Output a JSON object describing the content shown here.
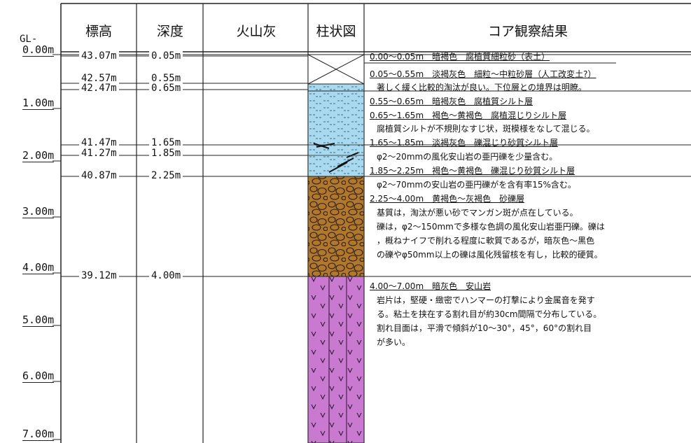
{
  "header": {
    "elevation": "標高",
    "depth": "深度",
    "ash": "火山灰",
    "column": "柱状図",
    "results": "コア観察結果"
  },
  "gl_label": "GL-",
  "depth_scale": [
    "0.00m",
    "1.00m",
    "2.00m",
    "3.00m",
    "4.00m",
    "5.00m",
    "6.00m",
    "7.00m"
  ],
  "boundaries": [
    {
      "elevation": "43.07m",
      "depth": "0.05m"
    },
    {
      "elevation": "42.57m",
      "depth": "0.55m"
    },
    {
      "elevation": "42.47m",
      "depth": "0.65m"
    },
    {
      "elevation": "41.47m",
      "depth": "1.65m"
    },
    {
      "elevation": "41.27m",
      "depth": "1.85m"
    },
    {
      "elevation": "40.87m",
      "depth": "2.25m"
    },
    {
      "elevation": "39.12m",
      "depth": "4.00m"
    }
  ],
  "observations": [
    "0.00～0.05m　暗褐色　腐植質細粒砂（表土）",
    "0.05～0.55m　淡褐灰色　細粒～中粒砂層（人工改変土?）",
    "著しく緩く比較的淘汰が良い。下位層との境界は明瞭。",
    "0.55～0.65m　暗褐灰色　腐植質シルト層",
    "0.65～1.65m　褐色～黄褐色　腐植混じりシルト層",
    "腐植質シルトが不規則なすじ状，斑模様をなして混じる。",
    "1.65～1.85m　淡褐灰色　礫混じり砂質シルト層",
    "φ2～20mmの風化安山岩の亜円礫を少量含む。",
    "1.85～2.25m　褐色～黄褐色　礫混じり砂質シルト層",
    "φ2～70mmの安山岩の亜円礫がを含有率15%含む。",
    "2.25～4.00m　黄褐色～灰褐色　砂礫層",
    "基質は，淘汰が悪い砂でマンガン斑が点在している。",
    "礫は，φ2～150mmで多様な色調の風化安山岩亜円礫。礫は",
    "，概ねナイフで削れる程度に軟質であるが，暗灰色～黒色",
    "の礫やφ50mm以上の礫は風化残留核を有し，比較的硬質。",
    "4.00～7.00m　暗灰色　安山岩",
    "岩片は，堅硬・緻密でハンマーの打撃により金属音を発す",
    "る。粘土を挟在する割れ目が約30cm間隔で分布している。",
    "割れ目面は，平滑で傾斜が10～30°，45°，60°の割れ目",
    "が多い。"
  ],
  "colors": {
    "silt": "#a9d9ef",
    "gravel": "#b0782e",
    "andesite": "#c97ad0",
    "line": "#222222"
  }
}
